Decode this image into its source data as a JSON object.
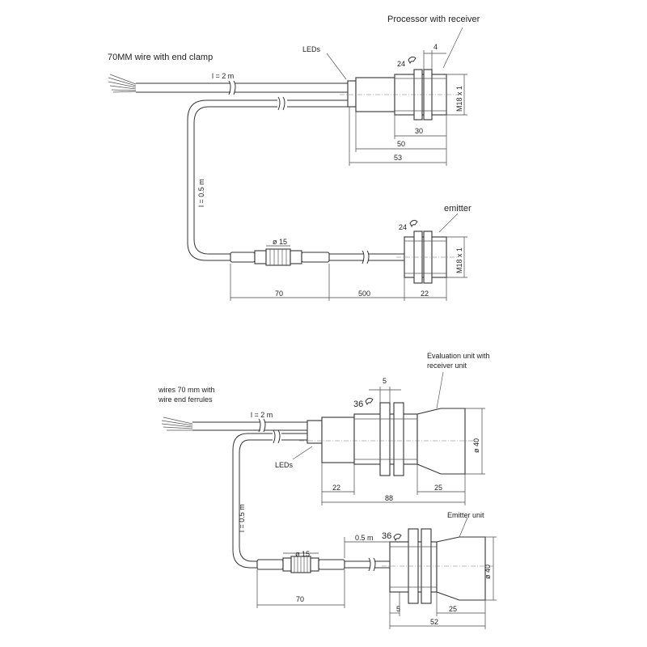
{
  "top_drawing": {
    "title_processor": "Processor with receiver",
    "label_wire": "70MM wire with end clamp",
    "label_leds": "LEDs",
    "label_cable_long": "l = 2 m",
    "label_cable_short": "l = 0.5 m",
    "label_emitter": "emitter",
    "wrench_size_receiver": "24",
    "wrench_size_emitter": "24",
    "dim_nut_width": "4",
    "dim_thread": "M18 x 1",
    "dim_thread_emitter": "M18 x 1",
    "dim_30": "30",
    "dim_50": "50",
    "dim_53": "53",
    "dim_connector_dia": "ø 15",
    "dim_70": "70",
    "dim_500": "500",
    "dim_22": "22"
  },
  "bottom_drawing": {
    "label_wire": "wires 70 mm with\nwire end ferrules",
    "label_evaluation": "Evaluation unit with\nreceiver unit",
    "label_leds": "LEDs",
    "label_cable_long": "l = 2 m",
    "label_cable_short": "l = 0.5 m",
    "label_emitter": "Emitter unit",
    "wrench_size_receiver": "36",
    "wrench_size_emitter": "36",
    "dim_nut_width": "5",
    "dim_dia_receiver": "ø 40",
    "dim_dia_emitter": "ø 40",
    "dim_22": "22",
    "dim_88": "88",
    "dim_25": "25",
    "dim_connector_dia": "ø 15",
    "dim_cable_05": "0.5 m",
    "dim_70": "70",
    "dim_5": "5",
    "dim_25_emitter": "25",
    "dim_52": "52"
  }
}
